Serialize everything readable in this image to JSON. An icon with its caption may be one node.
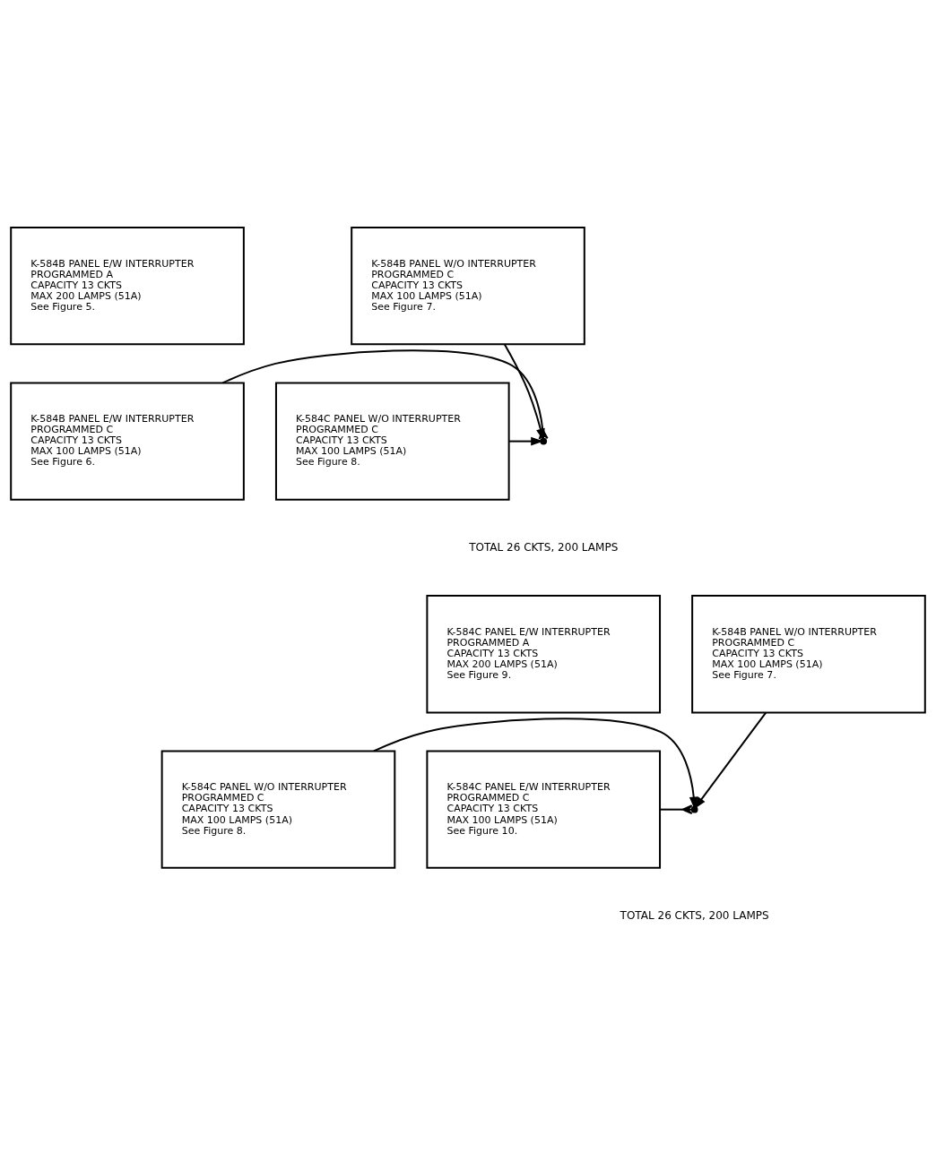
{
  "diagram": {
    "nodes": [
      {
        "text": [
          "K-584B PANEL E/W INTERRUPTER",
          "PROGRAMMED A",
          "CAPACITY 13 CKTS",
          "MAX 200 LAMPS (51A)",
          "See Figure 5."
        ]
      },
      {
        "text": [
          "K-584B PANEL W/O INTERRUPTER",
          "PROGRAMMED C",
          "CAPACITY 13 CKTS",
          "MAX 100 LAMPS (51A)",
          "See Figure 7."
        ]
      },
      {
        "text": [
          "K-584B PANEL E/W INTERRUPTER",
          "PROGRAMMED C",
          "CAPACITY 13 CKTS",
          "MAX 100 LAMPS (51A)",
          "See Figure 6."
        ]
      },
      {
        "text": [],
        "shape": "point"
      },
      {
        "text": [
          "K-584C PANEL W/O INTERRUPTER",
          "PROGRAMMED C",
          "CAPACITY 13 CKTS",
          "MAX 100 LAMPS (51A)",
          "See Figure 8."
        ]
      },
      {
        "text": [
          "K-584C PANEL E/W INTERRUPTER",
          "PROGRAMMED A",
          "CAPACITY 13 CKTS",
          "MAX 200 LAMPS (51A)",
          "See Figure 9."
        ]
      },
      {
        "text": [
          "K-584B PANEL W/O INTERRUPTER",
          "PROGRAMMED C",
          "CAPACITY 13 CKTS",
          "MAX 100 LAMPS (51A)",
          "See Figure 7."
        ]
      },
      {
        "text": [
          "K-584C PANEL E/W INTERRUPTER",
          "PROGRAMMED C",
          "CAPACITY 13 CKTS",
          "MAX 100 LAMPS (51A)",
          "See Figure 10."
        ]
      },
      {
        "text": [],
        "shape": "point"
      },
      {
        "text": [
          "K-584C PANEL W/O INTERRUPTER",
          "PROGRAMMED C",
          "CAPACITY 13 CKTS",
          "MAX 100 LAMPS (51A)",
          "See Figure 8."
        ]
      }
    ],
    "edges": [
      {
        "from": 1,
        "to": 3,
        "arrow": "to"
      },
      {
        "from": 2,
        "to": 3,
        "arrow": "other"
      },
      {
        "from": 4,
        "to": 3,
        "arrow": "to"
      },
      {
        "from": 6,
        "to": 8,
        "arrow": "to"
      },
      {
        "from": 7,
        "to": 8,
        "arrow": "other"
      },
      {
        "from": 9,
        "to": 8,
        "arrow": "to"
      }
    ],
    "labels": [
      "TOTAL 26 CKTS, 200 LAMPS",
      "TOTAL 26 CKTS, 200 LAMPS"
    ]
  }
}
